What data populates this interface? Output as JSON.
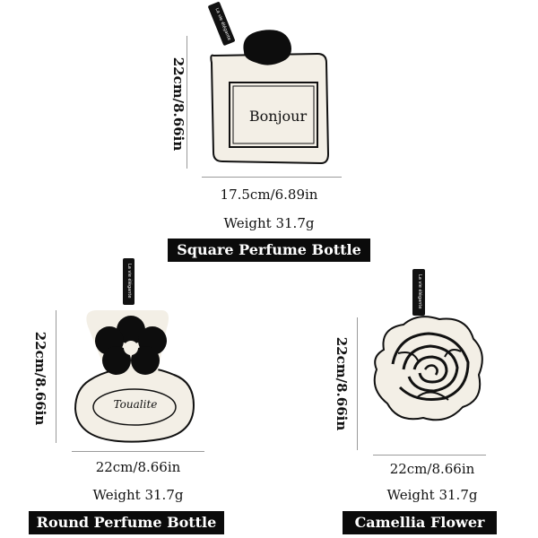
{
  "products": [
    {
      "name": "Square Perfume Bottle",
      "height_label": "22cm/8.66in",
      "width_label": "17.5cm/6.89in",
      "weight_label": "Weight 31.7g",
      "bottle_text": "Bonjour"
    },
    {
      "name": "Round Perfume Bottle",
      "height_label": "22cm/8.66in",
      "width_label": "22cm/8.66in",
      "weight_label": "Weight 31.7g",
      "bottle_text": "Toualite"
    },
    {
      "name": "Camellia Flower",
      "height_label": "22cm/8.66in",
      "width_label": "22cm/8.66in",
      "weight_label": "Weight 31.7g"
    }
  ],
  "colors": {
    "fabric": "#f3efe6",
    "outline": "#111111",
    "label_bar": "#0b0b0b"
  }
}
